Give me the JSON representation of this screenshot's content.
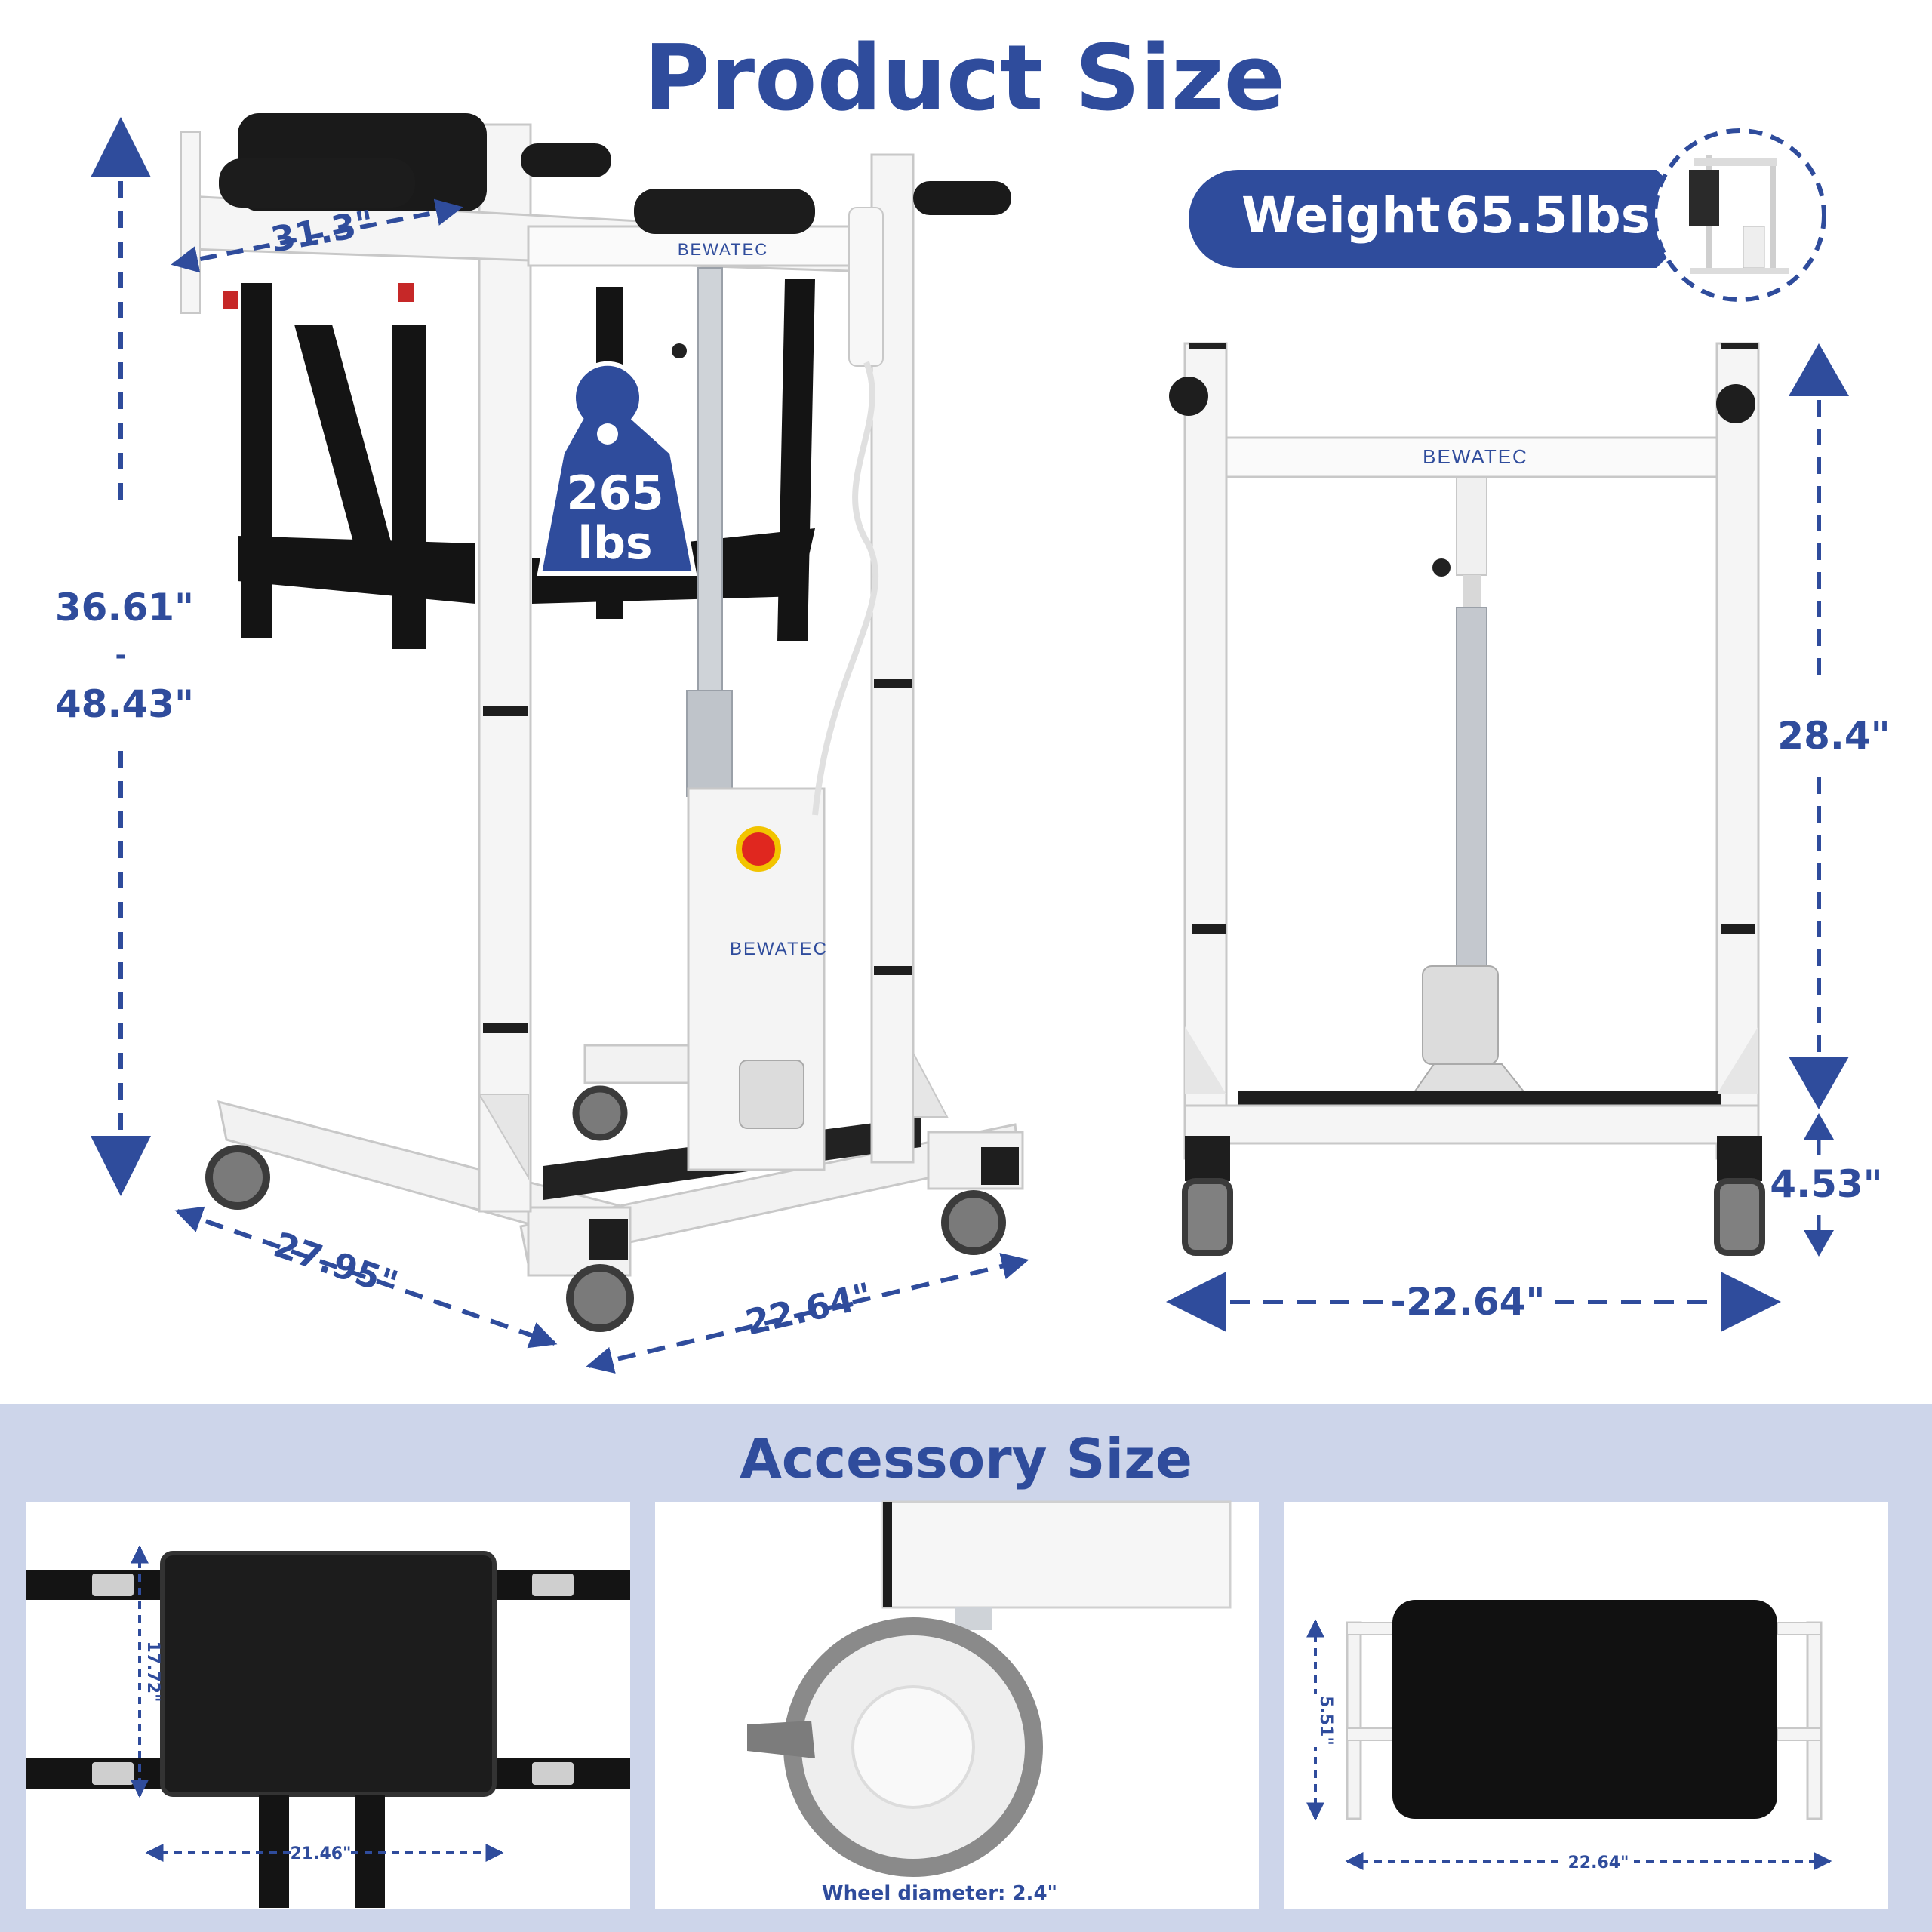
{
  "title": "Product Size",
  "weight_badge": {
    "label": "Weight",
    "value": "65.5lbs"
  },
  "capacity_badge": {
    "value": "265",
    "unit": "lbs"
  },
  "brand": "BEWATEC",
  "dimensions": {
    "seat_width": "31.3\"",
    "height_min": "36.61\"",
    "height_separator": "-",
    "height_max": "48.43\"",
    "base_length": "27.95\"",
    "base_width": "22.64\"",
    "front_height": "28.4\"",
    "front_ground_clearance": "4.53\"",
    "front_width": "-22.64\""
  },
  "accessory_section": {
    "title": "Accessory Size",
    "panels": [
      {
        "height": "17.72\"",
        "width": "21.46\""
      },
      {
        "caption": "Wheel diameter: 2.4\""
      },
      {
        "height": "5.51\"",
        "width": "22.64\""
      }
    ]
  },
  "colors": {
    "accent": "#2f4c9c",
    "section_bg": "#cdd5ea",
    "frame": "#f4f4f4",
    "upholstery": "#1a1a1a",
    "stop_button": "#e0271f"
  }
}
